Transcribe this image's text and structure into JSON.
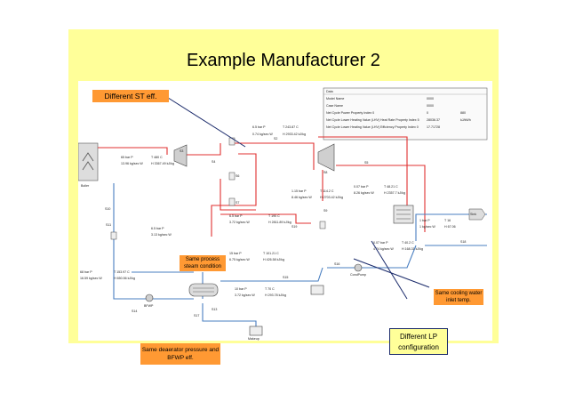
{
  "title": "Example Manufacturer 2",
  "callouts": {
    "st_eff": "Different ST eff.",
    "process": "Same process steam condition",
    "cooling": "Same cooling water inlet temp.",
    "lp": "Different LP configuration",
    "deaerator": "Same deaerator pressure and BFWP eff."
  },
  "colors": {
    "background": "#ffff99",
    "callout_fill_orange": "#ff9933",
    "callout_fill_lp": "#ffff99",
    "steam_line": "#e03030",
    "water_line": "#4a7fc1",
    "pointer": "#1a2a6a"
  },
  "info_table": {
    "header": "Data",
    "rows": [
      {
        "label": "Model Name",
        "value": "0000"
      },
      {
        "label": "Case Name",
        "value": "0000"
      },
      {
        "label": "Net Cycle Power   Property Index   0",
        "value": "0",
        "extra": "880"
      },
      {
        "label": "Net Cycle Lower Heating Value (LHV) Heat Rate   Property Index   5",
        "value": "28036.37",
        "extra": "kJ/kWh"
      },
      {
        "label": "Net Cycle Lower Heating Value (LHV) Efficiency   Property Index   0",
        "value": "17.71728",
        "extra": ""
      }
    ]
  },
  "stream_labels": {
    "hp_in_p": "65 bar P",
    "hp_in_t": "T 480 C",
    "hp_in_w": "13.96 kg/sec W",
    "hp_in_h": "H 3367.49 kJ/kg",
    "s1_p": "6.5 bar P",
    "s1_t": "T 243.87 C",
    "s1_w": "0.74 kg/sec W",
    "s1_h": "H 2933.42 kJ/kg",
    "lp_p": "0.07 bar P",
    "lp_t": "T 48.21 C",
    "lp_w": "8.26 kg/sec W",
    "lp_h": "H 2357.7 kJ/kg",
    "ext_p": "1.15 bar P",
    "ext_t": "T 114.2 C",
    "ext_w": "8.46 kg/sec W",
    "ext_h": "H 2703.42 kJ/kg",
    "proc_p": "6.5 bar P",
    "proc_t": "T 190 C",
    "proc_w": "3.72 kg/sec W",
    "proc_h": "H 2811.89 kJ/kg",
    "deaer_p": "15 bar P",
    "deaer_t": "T 101.21 C",
    "deaer_w": "6.75 kg/sec W",
    "deaer_h": "H 426.58 kJ/kg",
    "ret_p": "10 bar P",
    "ret_t": "T 70 C",
    "ret_w": "3.72 kg/sec W",
    "ret_h": "H 293.78 kJ/kg",
    "fw_p": "68 bar P",
    "fw_t": "T 153.97 C",
    "fw_w": "16.59 kg/sec W",
    "fw_h": "H 650.56 kJ/kg",
    "cond_p": "0.07 bar P",
    "cond_t": "T 40.2 C",
    "cond_w": "4.74 kg/sec W",
    "cond_h": "H 168.31 kJ/kg",
    "cw_p": "1 bar P",
    "cw_t": "T 16",
    "cw_w": "1 kg/sec W",
    "cw_h": "H 67.06",
    "side_p": "6.5 bar P",
    "side_w": "3.13 kg/sec W",
    "boiler": "Boiler",
    "makeup": "Makeup",
    "sink": "Sink",
    "pump": "BFWP",
    "cond_pump": "CondPump",
    "s1": "S1",
    "s2": "S2",
    "s3": "S3",
    "s4": "S4",
    "s5": "S5",
    "s6": "S6",
    "s7": "S7",
    "s8": "S8",
    "s9": "S9",
    "s10": "S10",
    "s11": "S11",
    "s12": "S12",
    "s13": "S13",
    "s14": "S14",
    "s15": "S15",
    "s16": "S16",
    "s17": "S17",
    "s18": "S18",
    "s19": "S19"
  }
}
